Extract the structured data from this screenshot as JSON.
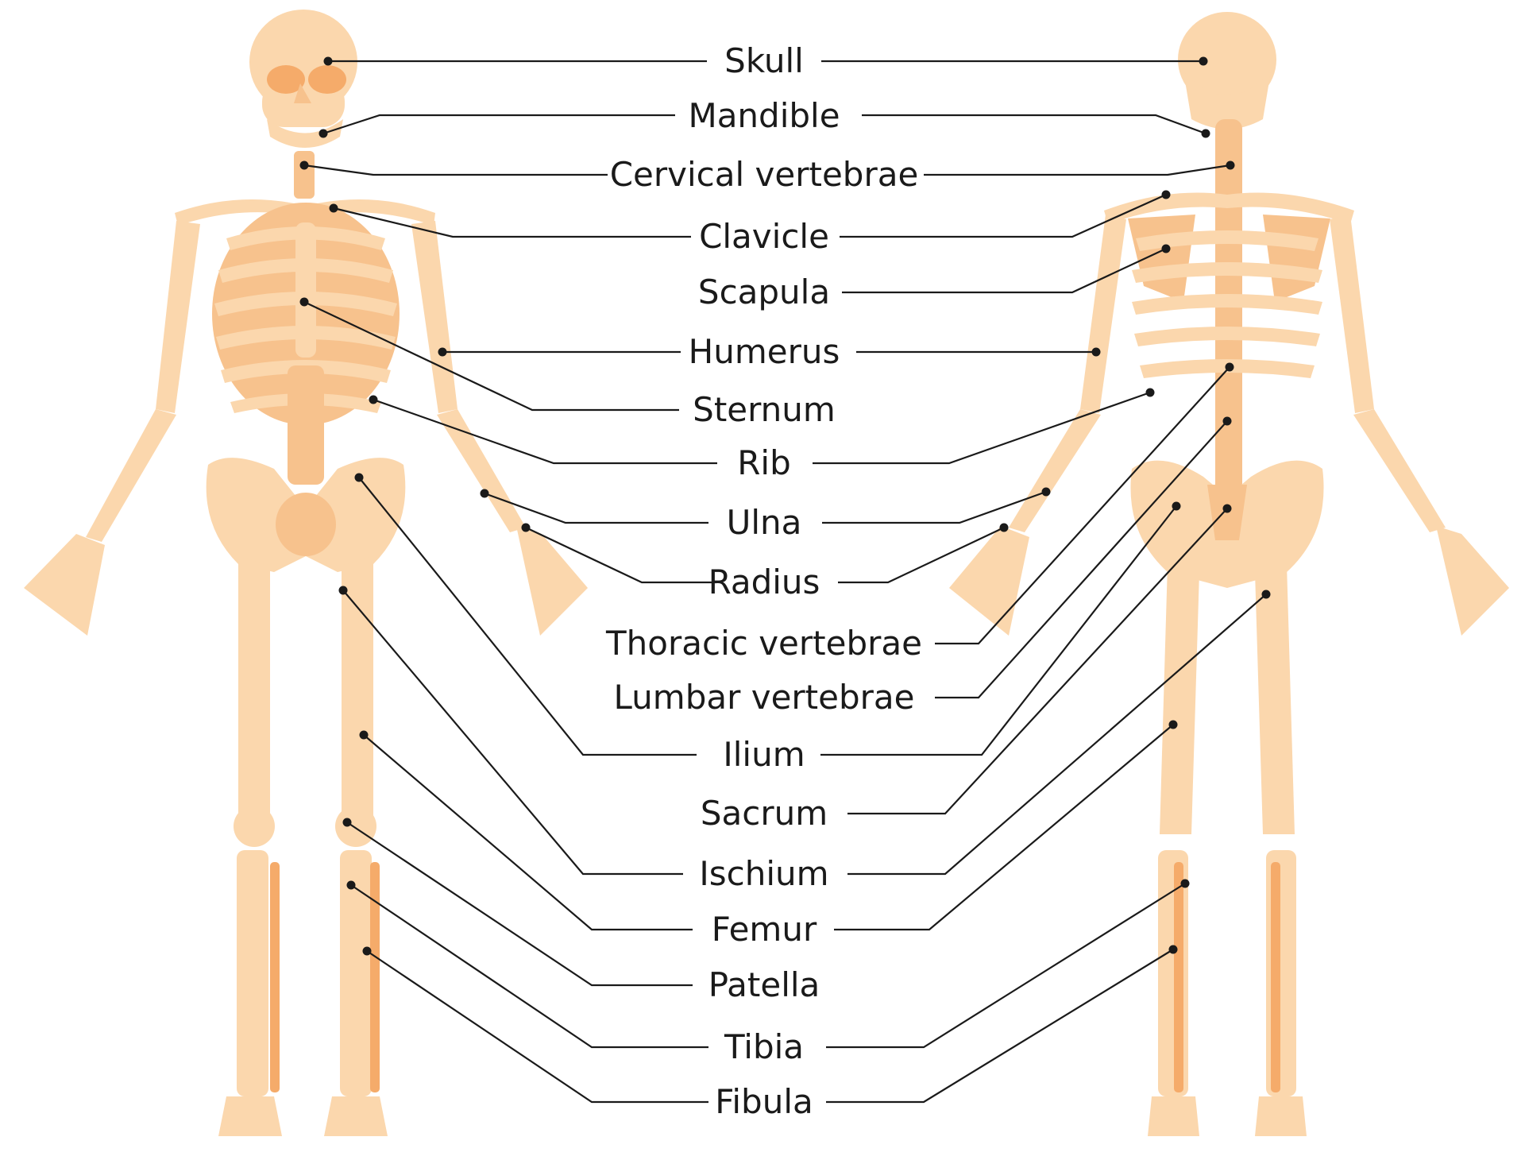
{
  "colors": {
    "bone_light": "#fbd7ad",
    "bone_mid": "#f7c28d",
    "bone_dark": "#f5ab6a",
    "leader_line": "#1a1a1a",
    "background": "#ffffff"
  },
  "views": [
    "anterior",
    "posterior"
  ],
  "labels": [
    {
      "id": "skull",
      "text": "Skull"
    },
    {
      "id": "mandible",
      "text": "Mandible"
    },
    {
      "id": "cervical-vertebrae",
      "text": "Cervical vertebrae"
    },
    {
      "id": "clavicle",
      "text": "Clavicle"
    },
    {
      "id": "scapula",
      "text": "Scapula"
    },
    {
      "id": "humerus",
      "text": "Humerus"
    },
    {
      "id": "sternum",
      "text": "Sternum"
    },
    {
      "id": "rib",
      "text": "Rib"
    },
    {
      "id": "ulna",
      "text": "Ulna"
    },
    {
      "id": "radius",
      "text": "Radius"
    },
    {
      "id": "thoracic-vertebrae",
      "text": "Thoracic vertebrae"
    },
    {
      "id": "lumbar-vertebrae",
      "text": "Lumbar vertebrae"
    },
    {
      "id": "ilium",
      "text": "Ilium"
    },
    {
      "id": "sacrum",
      "text": "Sacrum"
    },
    {
      "id": "ischium",
      "text": "Ischium"
    },
    {
      "id": "femur",
      "text": "Femur"
    },
    {
      "id": "patella",
      "text": "Patella"
    },
    {
      "id": "tibia",
      "text": "Tibia"
    },
    {
      "id": "fibula",
      "text": "Fibula"
    }
  ]
}
